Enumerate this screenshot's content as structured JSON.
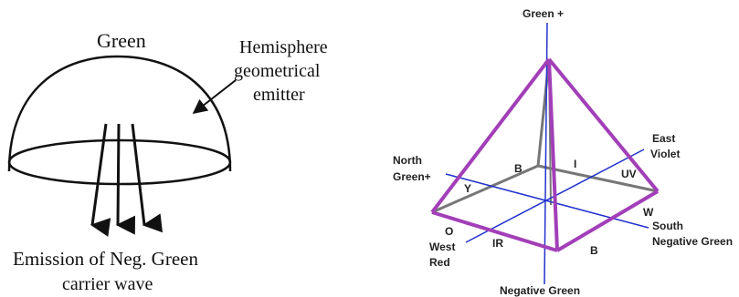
{
  "left_figure": {
    "top_label": "Green",
    "emitter_label_lines": [
      "Hemisphere",
      "geometrical",
      "emitter"
    ],
    "caption_lines": [
      "Emission of Neg. Green",
      "carrier wave"
    ]
  },
  "right_figure": {
    "top_axis_label": "Green +",
    "bottom_axis_label": "Negative Green",
    "north_label_lines": [
      "North",
      "Green+"
    ],
    "east_label_lines": [
      "East",
      "Violet"
    ],
    "south_label_lines": [
      "South",
      "Negative Green"
    ],
    "west_label_lines": [
      "West",
      "Red"
    ],
    "edge_labels": {
      "B_top": "B",
      "I": "I",
      "UV": "UV",
      "Y": "Y",
      "W": "W",
      "O": "O",
      "IR": "IR",
      "B_bottom": "B"
    },
    "colors": {
      "pyramid_outline": "#a23fb8",
      "axes": "#2233cc",
      "inner_edges": "#777777"
    }
  }
}
